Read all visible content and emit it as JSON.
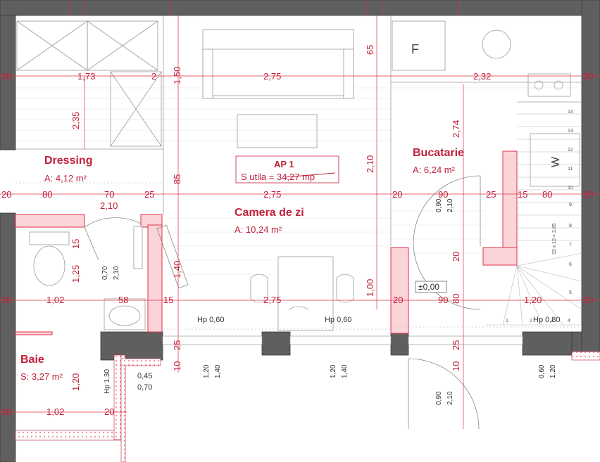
{
  "colors": {
    "wall": "#5f5f5f",
    "dim": "#e0304a",
    "room_text": "#c0203a",
    "pink": "#f08890",
    "pink_fill": "#fbd4d8",
    "line": "#b0b0b0"
  },
  "rooms": {
    "dressing": {
      "name": "Dressing",
      "area": "A: 4,12 m²"
    },
    "camera": {
      "name": "Camera de zi",
      "area": "A: 10,24 m²"
    },
    "bucatarie": {
      "name": "Bucatarie",
      "area": "A: 6,24 m²"
    },
    "baie": {
      "name": "Baie",
      "area": "S: 3,27 m²"
    }
  },
  "ap_box": {
    "title": "AP 1",
    "line": "S utila = 34,27 mp"
  },
  "fixtures": {
    "fridge": "F",
    "washer": "W",
    "level": "±0,00"
  },
  "dims": {
    "d_173": "1,73",
    "d_2": "2",
    "d_150": "1,50",
    "d_275a": "2,75",
    "d_65": "65",
    "d_232": "2,32",
    "d_235": "2,35",
    "d_274": "2,74",
    "d_210a": "2,10",
    "d_85": "85",
    "d_20a": "20",
    "d_20b": "20",
    "d_20c": "20",
    "d_20d": "20",
    "d_20e": "20",
    "d_20f": "20",
    "d_80a": "80",
    "d_70": "70",
    "d_25a": "25",
    "d_275b": "2,75",
    "d_20g": "20",
    "d_90a": "90",
    "d_25b": "25",
    "d_15a": "15",
    "d_80b": "80",
    "d_210b": "2,10",
    "d_15b": "15",
    "d_125": "1,25",
    "d_070": "0,70",
    "d_210c": "2,10",
    "d_140": "1,40",
    "d_090a": "0,90",
    "d_210d": "2,10",
    "d_20h": "20",
    "d_100": "1,00",
    "d_102a": "1,02",
    "d_58": "58",
    "d_15c": "15",
    "d_275c": "2,75",
    "d_20i": "20",
    "d_90b": "90",
    "d_80c": "80",
    "d_120a": "1,20",
    "hp060a": "Hp 0,60",
    "hp060b": "Hp 0,60",
    "hp080": "Hp 0,80",
    "d_25c": "25",
    "d_25d": "25",
    "d_10a": "10",
    "d_10b": "10",
    "d_120b": "1,20",
    "d_140b": "1,40",
    "d_120c": "1,20",
    "d_140c": "1,40",
    "d_060": "0,60",
    "d_120d": "1,20",
    "hp130": "Hp 1,30",
    "d_045": "0,45",
    "d_070b": "0,70",
    "d_120e": "1,20",
    "d_090b": "0,90",
    "d_210e": "2,10",
    "d_20j": "20",
    "d_102b": "1,02",
    "d_20k": "20",
    "stair_label": "15 x 19 = 2,85",
    "steps": [
      "14",
      "13",
      "12",
      "11",
      "10",
      "9",
      "8",
      "7",
      "6",
      "5",
      "4",
      "3",
      "2",
      "1"
    ]
  }
}
